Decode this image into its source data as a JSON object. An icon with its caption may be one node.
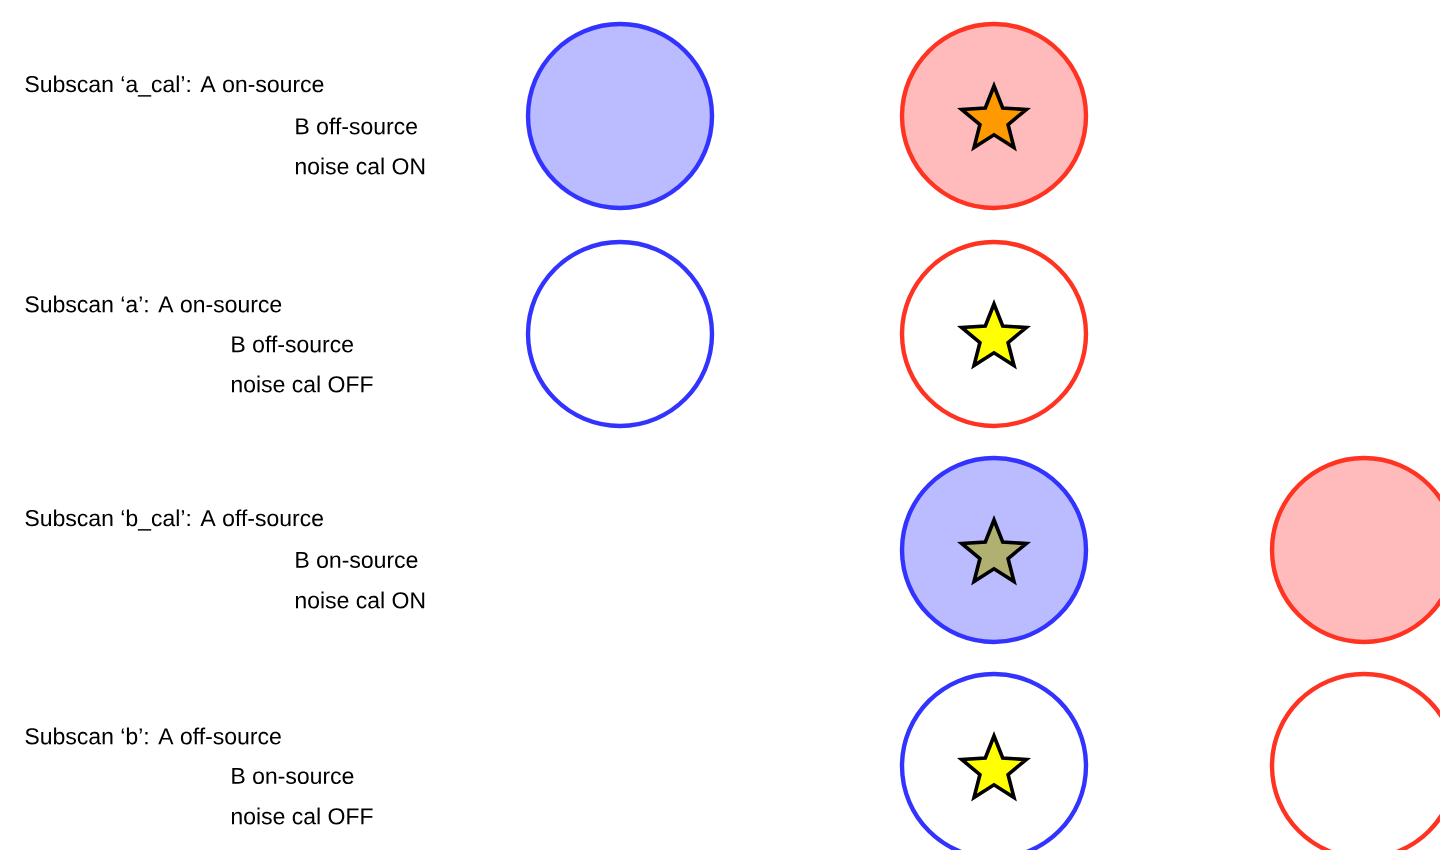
{
  "diagram": {
    "nodes": [
      {
        "text": [],
        "shape": "circle"
      },
      {
        "text": [],
        "shape": "circle"
      },
      {
        "text": [],
        "shape": "circle"
      },
      {
        "text": [],
        "shape": "circle"
      },
      {
        "text": [],
        "shape": "circle"
      },
      {
        "text": [],
        "shape": "circle"
      },
      {
        "text": [],
        "shape": "circle"
      },
      {
        "text": [],
        "shape": "circle"
      }
    ],
    "edges": [],
    "labels": [
      "Subscan ‘a_cal’: A on-source",
      "B off-source",
      "noise cal ON",
      "Subscan ‘a’: A on-source",
      "B off-source",
      "noise cal OFF",
      "Subscan ‘b_cal’: A off-source",
      "B on-source",
      "noise cal ON",
      "Subscan ‘b’: A off-source",
      "B on-source",
      "noise cal OFF"
    ]
  }
}
